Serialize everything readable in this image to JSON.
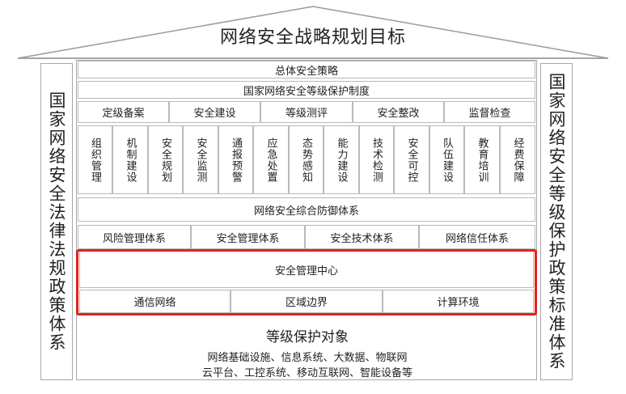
{
  "roof_title": "网络安全战略规划目标",
  "left_pillar": "国家网络安全法律法规政策体系",
  "right_pillar": "国家网络安全等级保护政策标准体系",
  "strategy": "总体安全策略",
  "system": "国家网络安全等级保护制度",
  "phases": [
    "定级备案",
    "安全建设",
    "等级测评",
    "安全整改",
    "监督检查"
  ],
  "measures": [
    "组织管理",
    "机制建设",
    "安全规划",
    "安全监测",
    "通报预警",
    "应急处置",
    "态势感知",
    "能力建设",
    "技术检测",
    "安全可控",
    "队伍建设",
    "教育培训",
    "经费保障"
  ],
  "defense": "网络安全综合防御体系",
  "subsystems": [
    "风险管理体系",
    "安全管理体系",
    "安全技术体系",
    "网络信任体系"
  ],
  "center": "安全管理中心",
  "zones": [
    "通信网络",
    "区域边界",
    "计算环境"
  ],
  "targets_title": "等级保护对象",
  "targets_line1": "网络基础设施、信息系统、大数据、物联网",
  "targets_line2": "云平台、工控系统、移动互联网、智能设备等",
  "colors": {
    "highlight": "#e0231e",
    "border": "#b9b9b9"
  }
}
